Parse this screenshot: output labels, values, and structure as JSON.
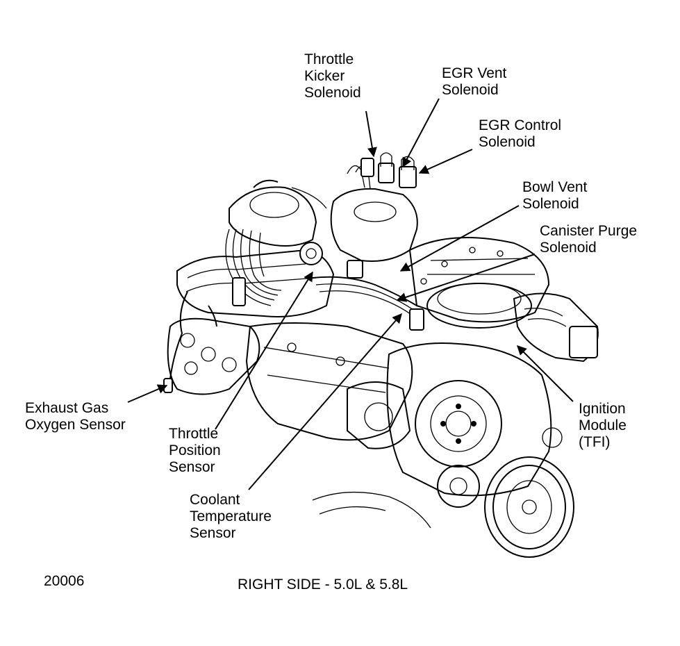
{
  "diagram": {
    "labels": {
      "throttle_kicker": [
        "Throttle",
        "Kicker",
        "Solenoid"
      ],
      "egr_vent": [
        "EGR Vent",
        "Solenoid"
      ],
      "egr_control": [
        "EGR Control",
        "Solenoid"
      ],
      "bowl_vent": [
        "Bowl Vent",
        "Solenoid"
      ],
      "canister_purge": [
        "Canister Purge",
        "Solenoid"
      ],
      "exhaust_gas": [
        "Exhaust Gas",
        "Oxygen Sensor"
      ],
      "throttle_position": [
        "Throttle",
        "Position",
        "Sensor"
      ],
      "coolant_temp": [
        "Coolant",
        "Temperature",
        "Sensor"
      ],
      "ignition_module": [
        "Ignition",
        "Module",
        "(TFI)"
      ]
    },
    "figure_number": "20006",
    "caption": "RIGHT SIDE - 5.0L & 5.8L"
  }
}
